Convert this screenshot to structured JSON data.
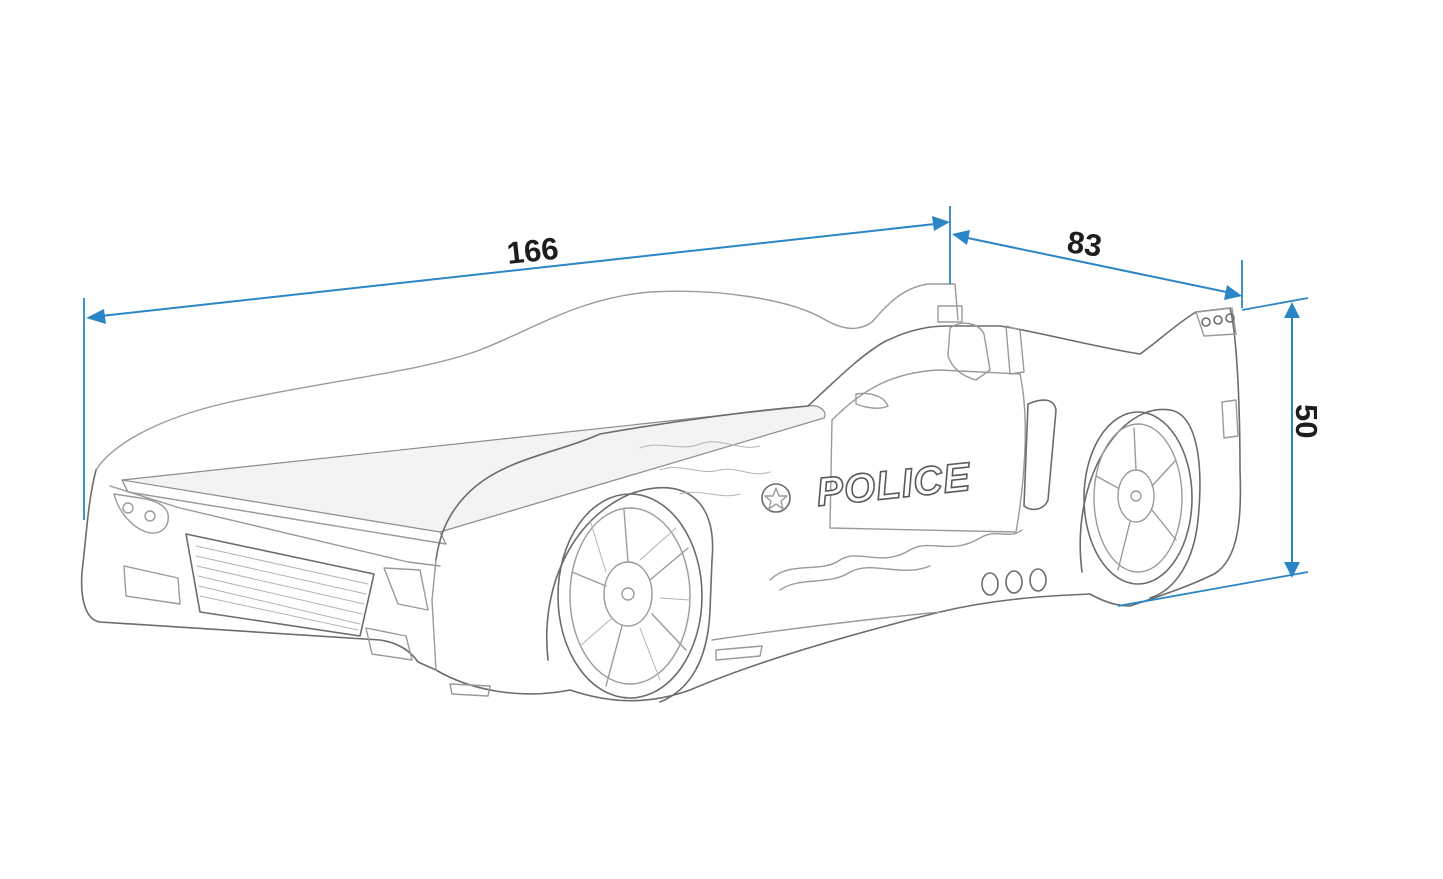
{
  "dimensions": {
    "length": "166",
    "width": "83",
    "height": "50"
  },
  "decal": {
    "label": "POLICE"
  },
  "colors": {
    "dimension_line": "#2a86c4",
    "outline": "#9a9a9a",
    "background": "#ffffff"
  },
  "icons": {
    "badge": "police-star-badge-icon",
    "wheel": "alloy-wheel-icon"
  }
}
